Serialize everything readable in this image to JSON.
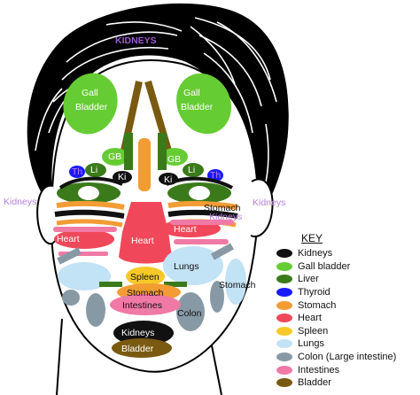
{
  "diagram": {
    "labels": {
      "kidneys_forehead": "KIDNEYS",
      "gall_bladder_left": "Gall\nBladder",
      "gall_bladder_right": "Gall\nBladder",
      "gb_left": "GB",
      "gb_right": "GB",
      "th_left": "Th",
      "th_right": "Th",
      "li_left": "Li",
      "li_right": "Li",
      "ki_left": "Ki",
      "ki_right": "Ki",
      "kidneys_left_side": "Kidneys",
      "kidneys_right_side": "Kidneys",
      "stomach_upper_right": "Stomach",
      "kidneys_cheek_right": "Kidneys",
      "heart_left": "Heart",
      "heart_center": "Heart",
      "heart_right": "Heart",
      "lungs": "Lungs",
      "spleen": "Spleen",
      "stomach_center": "Stomach",
      "intestines": "Intestines",
      "stomach_lower_right": "Stomach",
      "colon": "Colon",
      "kidneys_chin": "Kidneys",
      "bladder_chin": "Bladder"
    }
  },
  "key": {
    "title": "KEY",
    "items": [
      {
        "label": "Kidneys",
        "color": "#111111"
      },
      {
        "label": "Gall bladder",
        "color": "#66cc33"
      },
      {
        "label": "Liver",
        "color": "#3a7a1a"
      },
      {
        "label": "Thyroid",
        "color": "#1a1aff"
      },
      {
        "label": "Stomach",
        "color": "#f39c34"
      },
      {
        "label": "Heart",
        "color": "#f0485a"
      },
      {
        "label": "Spleen",
        "color": "#f6c928"
      },
      {
        "label": "Lungs",
        "color": "#c2e2f5"
      },
      {
        "label": "Colon (Large intestine)",
        "color": "#8899a6"
      },
      {
        "label": "Intestines",
        "color": "#f07aa5"
      },
      {
        "label": "Bladder",
        "color": "#7a5a10"
      }
    ]
  }
}
